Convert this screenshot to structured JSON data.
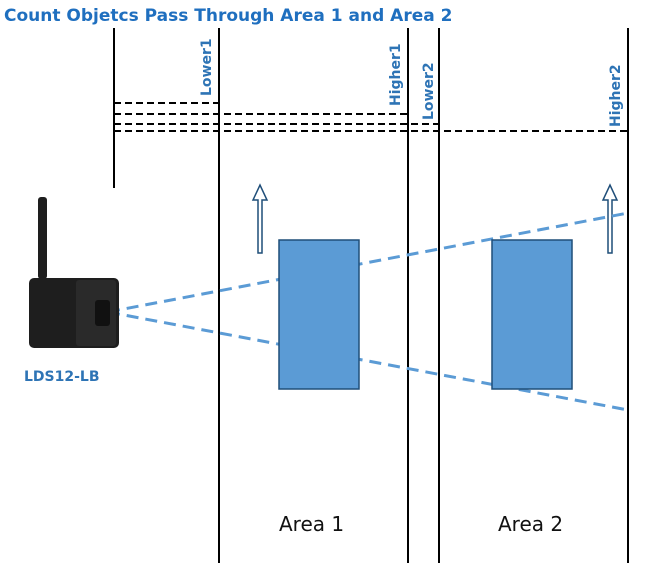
{
  "title": "Count Objetcs Pass Through Area 1 and Area 2",
  "labels": {
    "lower1": "Lower1",
    "higher1": "Higher1",
    "lower2": "Lower2",
    "higher2": "Higher2"
  },
  "device": {
    "name": "LDS12-LB",
    "icon": "lidar-sensor-device"
  },
  "areas": {
    "area1": "Area 1",
    "area2": "Area 2"
  },
  "colors": {
    "title": "#1f6fbf",
    "labels": "#2e74b5",
    "object_fill": "#5b9bd5",
    "object_stroke": "#1f4e79",
    "beam": "#5b9bd5",
    "lines": "#000000",
    "device_body": "#1e1e1e"
  }
}
